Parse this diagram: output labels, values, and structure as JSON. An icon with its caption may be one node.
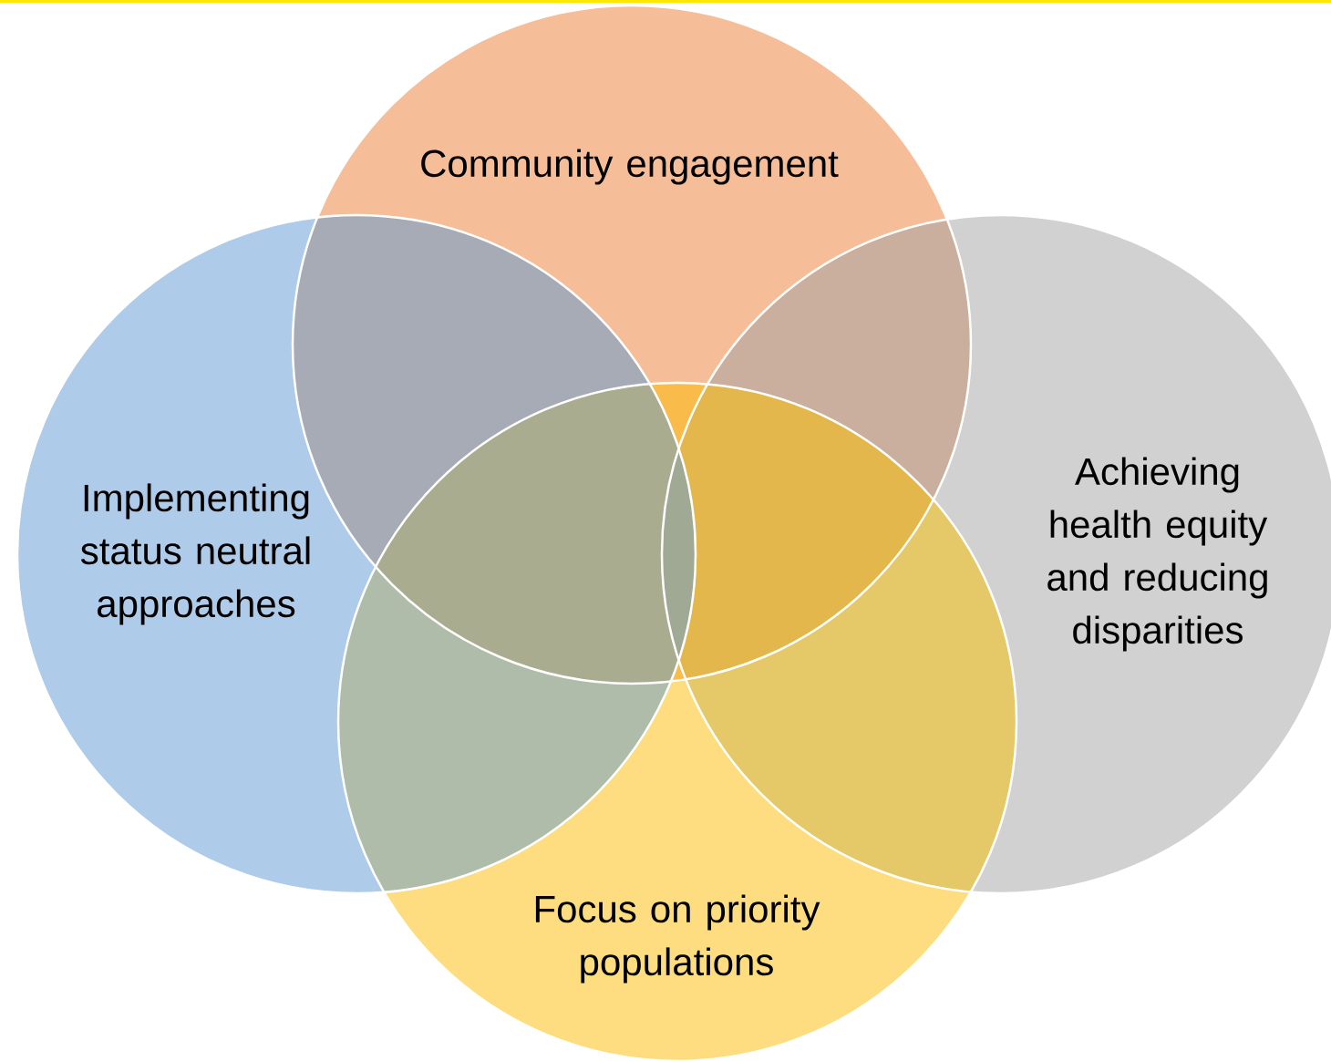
{
  "diagram": {
    "nodes": [
      {
        "text": [
          "Community engagement"
        ]
      },
      {
        "text": [
          "Implementing status neutral approaches"
        ]
      },
      {
        "text": [
          "Achieving health equity and reducing disparities"
        ]
      },
      {
        "text": [
          "Focus on priority populations"
        ]
      }
    ]
  }
}
